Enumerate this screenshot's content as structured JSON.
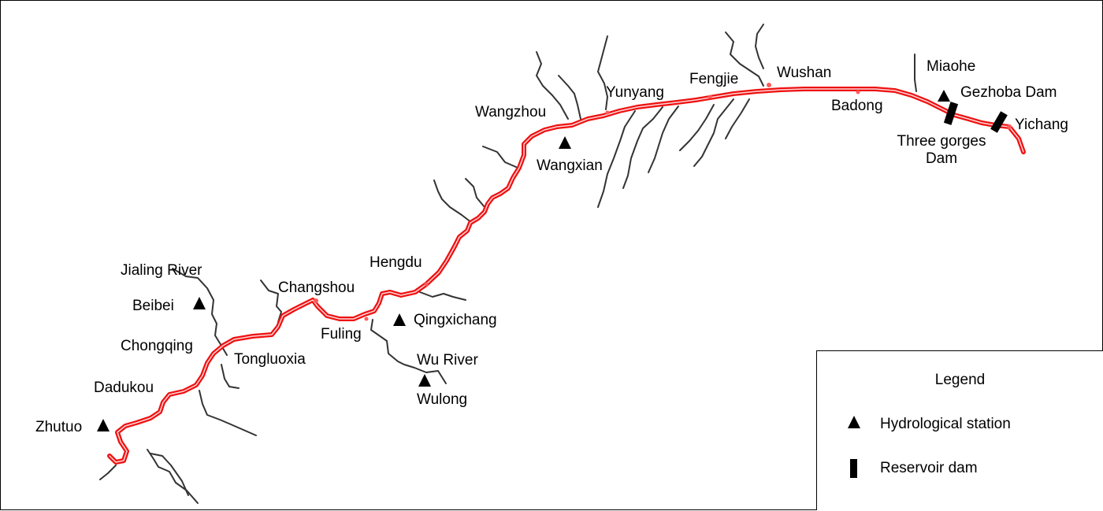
{
  "map": {
    "river_color": "#ee1111",
    "tributary_color": "#333333",
    "places": {
      "yichang": "Yichang",
      "gezhoba_dam": "Gezhoba Dam",
      "miaohe": "Miaohe",
      "three_gorges_dam": "Three gorges Dam",
      "badong": "Badong",
      "wushan": "Wushan",
      "fengjie": "Fengjie",
      "yunyang": "Yunyang",
      "wangzhou": "Wangzhou",
      "wangxian": "Wangxian",
      "hengdu": "Hengdu",
      "changshou": "Changshou",
      "qingxichang": "Qingxichang",
      "fuling": "Fuling",
      "wu_river": "Wu River",
      "wulong": "Wulong",
      "jialing_river": "Jialing River",
      "beibei": "Beibei",
      "chongqing": "Chongqing",
      "tongluoxia": "Tongluoxia",
      "dadukou": "Dadukou",
      "zhutuo": "Zhutuo"
    }
  },
  "legend": {
    "title": "Legend",
    "station_label": "Hydrological station",
    "dam_label": "Reservoir dam"
  }
}
